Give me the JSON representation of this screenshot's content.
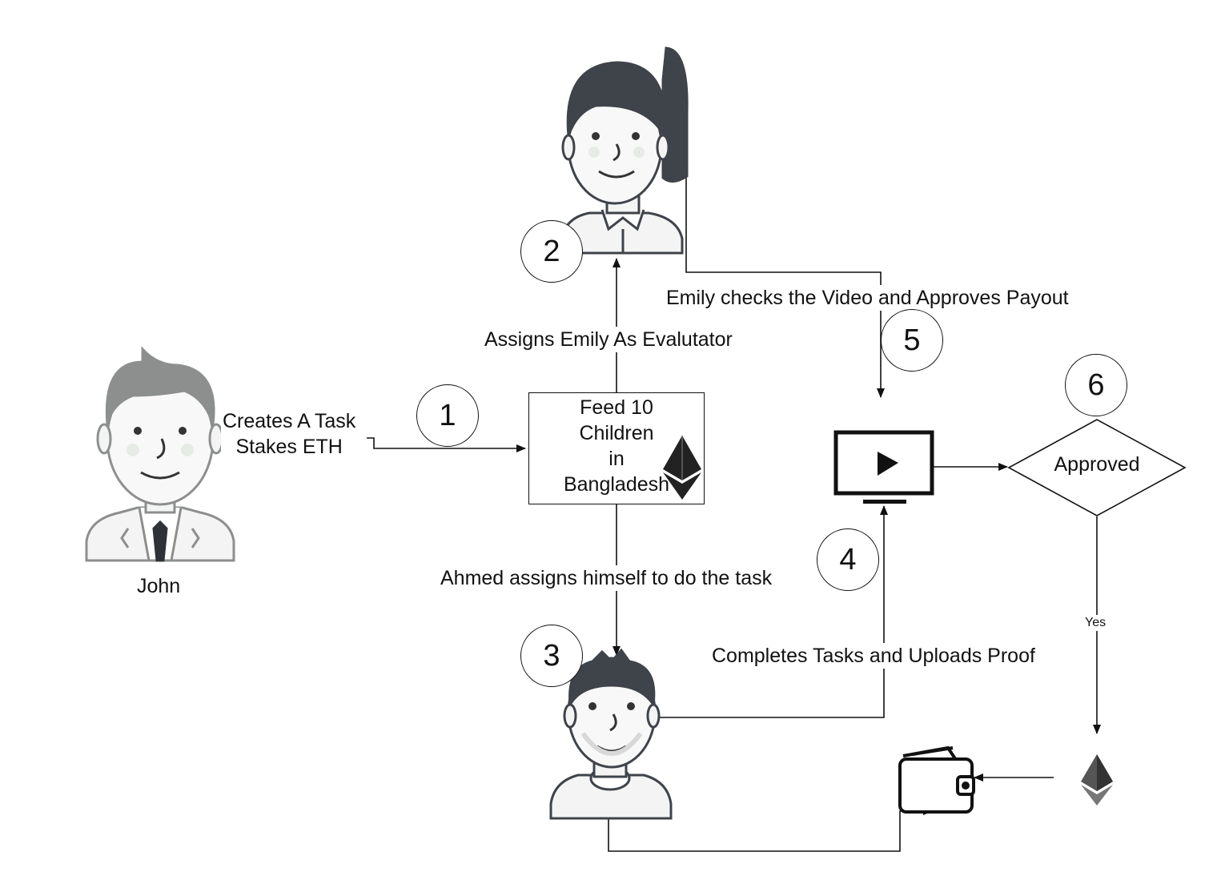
{
  "people": {
    "john": {
      "name": "John"
    }
  },
  "task_box": {
    "lines": [
      "Feed 10",
      "Children",
      "in",
      "Bangladesh"
    ]
  },
  "steps": [
    "1",
    "2",
    "3",
    "4",
    "5",
    "6"
  ],
  "edges": {
    "create_task": [
      "Creates A Task",
      "Stakes ETH"
    ],
    "assign_evaluator": "Assigns Emily As Evalutator",
    "check_video": "Emily checks the Video and Approves Payout",
    "assign_self": "Ahmed assigns himself to do the task",
    "upload_proof": "Completes Tasks and Uploads Proof",
    "yes": "Yes"
  },
  "decision": {
    "label": "Approved"
  },
  "icons": [
    "john-avatar-icon",
    "emily-avatar-icon",
    "ahmed-avatar-icon",
    "ethereum-logo-icon",
    "video-monitor-icon",
    "wallet-icon",
    "ethereum-coin-icon"
  ],
  "colors": {
    "avatar_dark": "#3f434a",
    "avatar_gray": "#8d8f8f",
    "line": "#111111"
  }
}
